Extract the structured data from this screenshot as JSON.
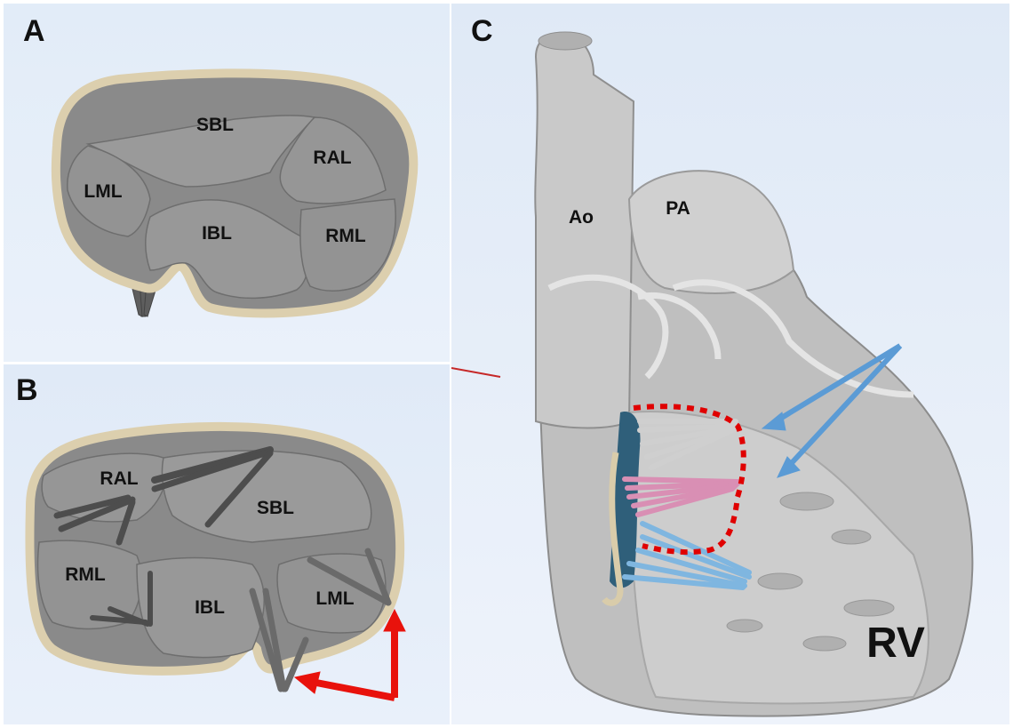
{
  "panels": {
    "a": {
      "letter": "A",
      "labels": {
        "sbl": "SBL",
        "ral": "RAL",
        "lml": "LML",
        "ibl": "IBL",
        "rml": "RML"
      }
    },
    "b": {
      "letter": "B",
      "labels": {
        "ral": "RAL",
        "sbl": "SBL",
        "rml": "RML",
        "ibl": "IBL",
        "lml": "LML"
      }
    },
    "c": {
      "letter": "C",
      "labels": {
        "ao": "Ao",
        "pa": "PA",
        "rv": "RV"
      }
    }
  },
  "colors": {
    "annulus_ring": "#d9ccaa",
    "leaflet_gray": "#8e8e8e",
    "chord_dark": "#4a4a4a",
    "arrow_red": "#e8120c",
    "arrow_blue": "#5b9bd5",
    "dotted_outline_red": "#e00000",
    "chord_pink": "#d98fb4",
    "chord_light_blue": "#7fb6e0",
    "chord_light_gray": "#c8c8c8"
  }
}
